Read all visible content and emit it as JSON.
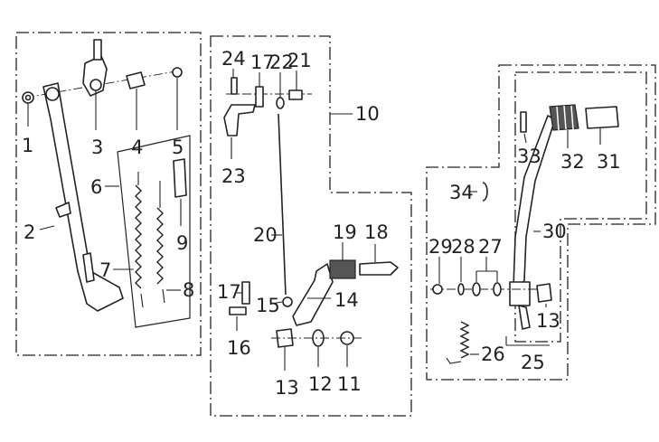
{
  "diagram": {
    "labels": {
      "l1": "1",
      "l2": "2",
      "l3": "3",
      "l4": "4",
      "l5": "5",
      "l6": "6",
      "l7": "7",
      "l8": "8",
      "l9": "9",
      "l10": "10",
      "l11": "11",
      "l12": "12",
      "l13a": "13",
      "l14": "14",
      "l15": "15",
      "l16": "16",
      "l17a": "17",
      "l17b": "17",
      "l18": "18",
      "l19": "19",
      "l20": "20",
      "l21": "21",
      "l22": "22",
      "l23": "23",
      "l24": "24",
      "l13b": "13",
      "l25": "25",
      "l26": "26",
      "l27": "27",
      "l28": "28",
      "l29": "29",
      "l30": "30",
      "l31": "31",
      "l32": "32",
      "l33": "33",
      "l34": "34"
    }
  }
}
